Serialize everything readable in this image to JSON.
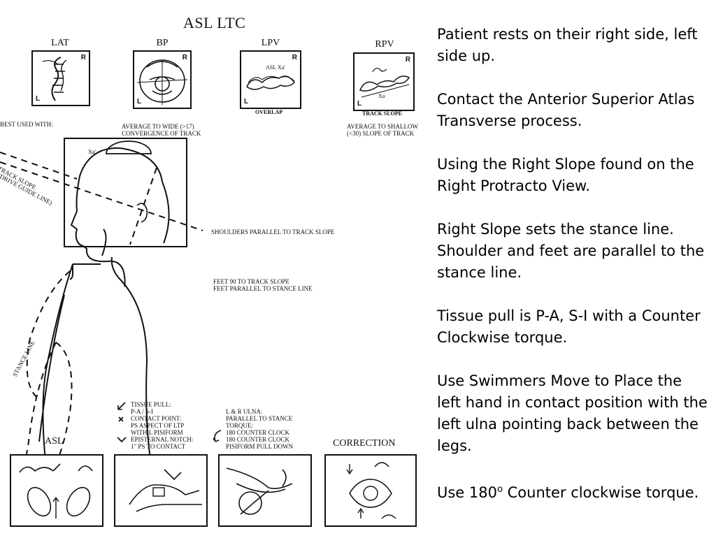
{
  "diagram": {
    "title": "ASL LTC",
    "top_panels": [
      {
        "label": "LAT",
        "corner_r": "R",
        "corner_l": "L"
      },
      {
        "label": "BP",
        "corner_r": "R",
        "corner_l": "L"
      },
      {
        "label": "LPV",
        "corner_r": "R",
        "corner_l": "L",
        "inner_text": "ASL Xa'",
        "caption": "OVERLAP"
      },
      {
        "label": "RPV",
        "corner_r": "R",
        "corner_l": "L",
        "inner_text": "Xa",
        "caption": "TRACK SLOPE"
      }
    ],
    "best_used_with": "BEST USED WITH:",
    "bp_note": [
      "AVERAGE TO WIDE (>17)",
      "CONVERGENCE OF TRACK"
    ],
    "rpv_note": [
      "AVERAGE TO SHALLOW",
      "(<30) SLOPE OF TRACK"
    ],
    "head_box_label": "Xa'",
    "track_slope": "TRACK SLOPE",
    "drive_guide": "(DRIVE GUIDE LINE)",
    "shoulders": "SHOULDERS PARALLEL TO TRACK SLOPE",
    "feet": [
      "FEET 90 TO TRACK SLOPE",
      "FEET PARALLEL TO STANCE LINE"
    ],
    "stance_line": "STANCE LINE",
    "legend": [
      "TISSUE PULL:",
      "P-A / S-I",
      "CONTACT POINT:",
      "PS ASPECT OF LTP",
      "WITH L PISIFORM",
      "EPISTERNAL NOTCH:",
      "1\" PS TO CONTACT"
    ],
    "ulna": [
      "L & R ULNA:",
      "PARALLEL TO STANCE",
      "TORQUE:",
      "180 COUNTER CLOCK",
      "180 COUNTER CLOCK",
      "PISIFORM PULL DOWN"
    ],
    "asl_label": "ASL",
    "correction_label": "CORRECTION"
  },
  "notes": [
    "Patient rests on their right side, left side up.",
    "Contact the Anterior Superior Atlas Transverse process.",
    "Using the Right Slope found on the Right Protracto View.",
    "Right Slope sets the stance line. Shoulder and feet are parallel to the stance line.",
    "Tissue pull is P-A, S-I with a Counter Clockwise torque.",
    "Use Swimmers Move to Place the left hand in contact position with the left ulna pointing back between the legs.",
    "Use 180",
    "o",
    " Counter clockwise torque."
  ],
  "icons": [
    "arrow-icon",
    "x-mark-icon",
    "check-icon",
    "curved-arrow-icon"
  ]
}
